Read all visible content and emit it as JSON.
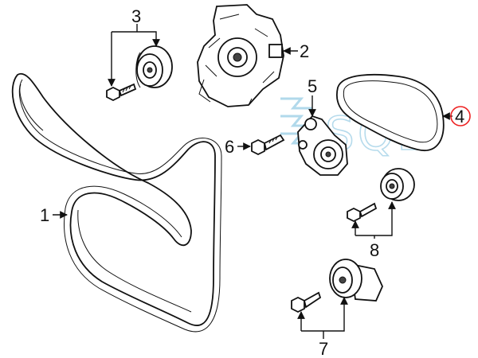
{
  "diagram": {
    "watermark_text": "SQL",
    "accent_color": "#ee2222",
    "callouts": {
      "c1": "1",
      "c2": "2",
      "c3": "3",
      "c4": "4",
      "c5": "5",
      "c6": "6",
      "c7": "7",
      "c8": "8"
    },
    "highlighted_callout": "4"
  }
}
